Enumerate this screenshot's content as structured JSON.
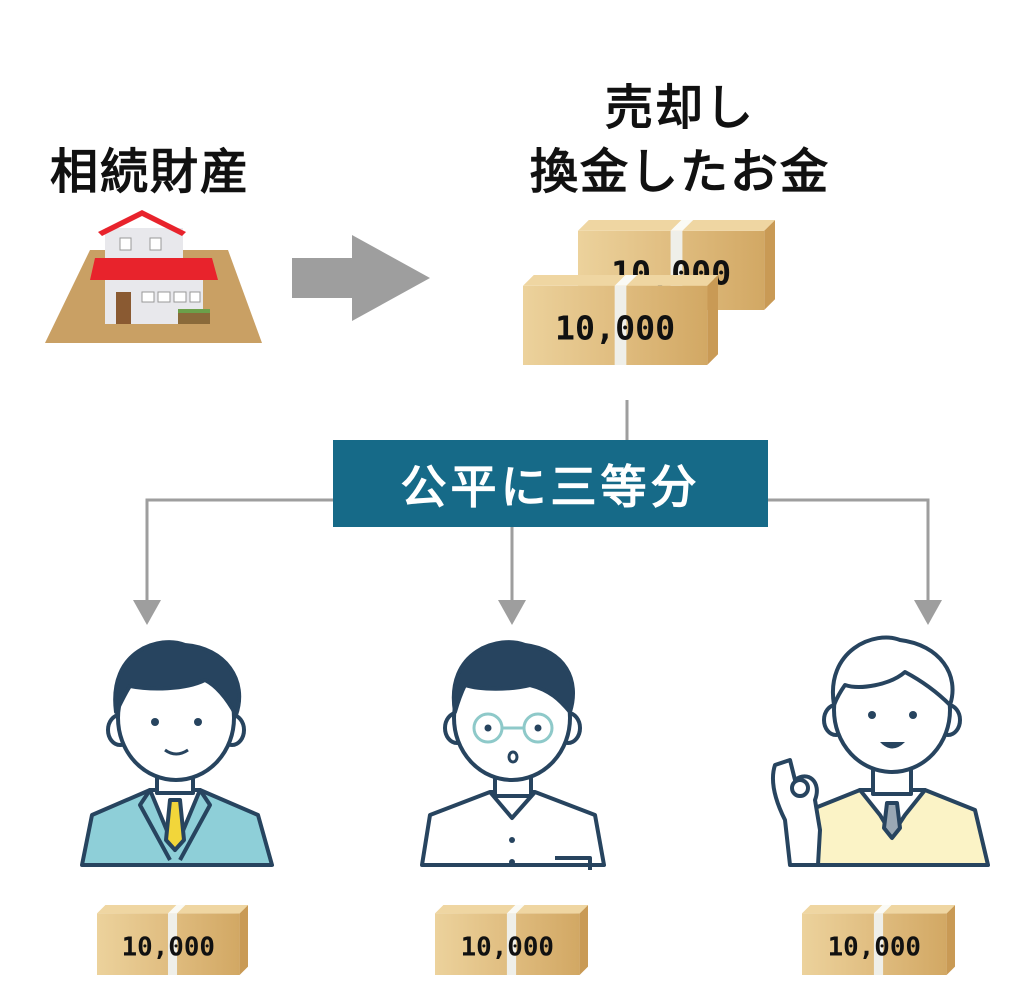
{
  "left_title": "相続財産",
  "right_title": {
    "line1": "売却し",
    "line2": "換金したお金"
  },
  "split_label": "公平に三等分",
  "bundle_label": "10,000",
  "heirs": [
    {
      "name": "heir-suit",
      "bundle": "10,000"
    },
    {
      "name": "heir-glasses",
      "bundle": "10,000"
    },
    {
      "name": "heir-sweater",
      "bundle": "10,000"
    }
  ],
  "icons": [
    "house-icon",
    "arrow-right-icon",
    "money-bundle-icon",
    "person-icon"
  ],
  "colors": {
    "box": "#166a88",
    "arrow": "#9e9e9e",
    "hair": "#27445f",
    "suit": "#8ecfd8",
    "sweater": "#fbf3c6",
    "bundle": "#e3c489",
    "roof": "#e8232c",
    "land": "#c9a064"
  }
}
